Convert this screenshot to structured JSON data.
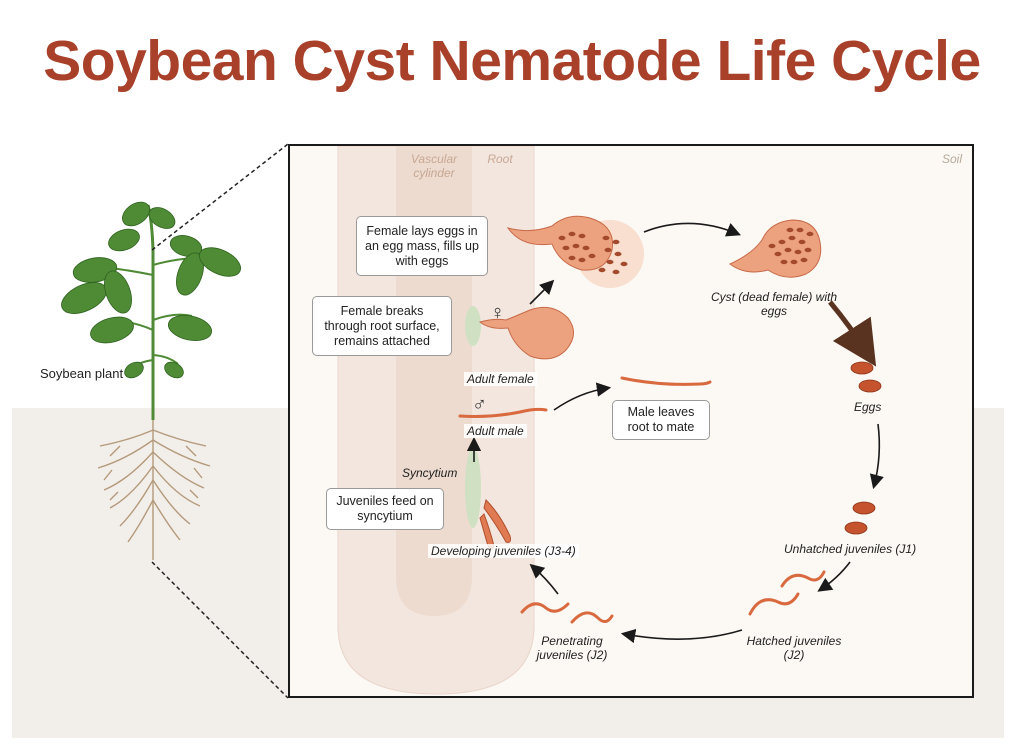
{
  "title": "Soybean Cyst Nematode Life Cycle",
  "colors": {
    "title": "#a8402a",
    "leaf": "#4f8a35",
    "worm": "#d9693f",
    "cyst": "#e9a07c",
    "egg": "#c4532e",
    "syncytium": "#cfe1c2"
  },
  "plant_label": "Soybean plant",
  "panel": {
    "soil_label": "Soil",
    "root_label": "Root",
    "vascular_label": "Vascular cylinder",
    "boxes": {
      "lays_eggs": "Female lays eggs in an egg mass, fills up with eggs",
      "breaks_through": "Female breaks through root surface, remains attached",
      "male_leaves": "Male leaves root to mate",
      "juveniles_feed": "Juveniles feed on syncytium"
    },
    "stages": {
      "cyst": "Cyst (dead female) with eggs",
      "eggs": "Eggs",
      "unhatched": "Unhatched juveniles (J1)",
      "hatched": "Hatched juveniles (J2)",
      "penetrating": "Penetrating juveniles (J2)",
      "developing": "Developing juveniles (J3-4)",
      "syncytium": "Syncytium",
      "adult_male": "Adult male",
      "adult_female": "Adult female"
    },
    "symbols": {
      "female": "♀",
      "male": "♂"
    }
  },
  "icons": [
    "female-symbol-icon",
    "male-symbol-icon",
    "soybean-plant-icon",
    "nematode-icon",
    "cyst-icon",
    "egg-icon"
  ]
}
